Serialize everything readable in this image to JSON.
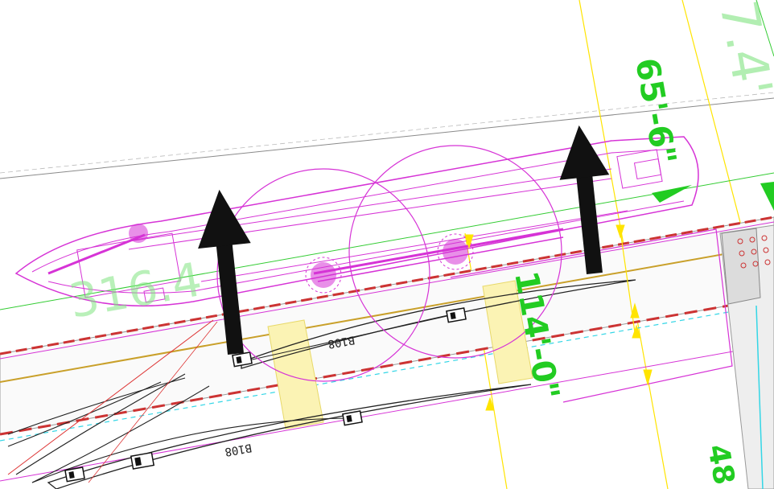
{
  "labels": {
    "dim_top": "65'-6\"",
    "dim_center": "114'-0\"",
    "grid_number_left": "316.4",
    "grid_number_top_right": "7.4'",
    "number_bottom_right": "48",
    "tag_upper": "B108",
    "tag_lower": "B108"
  },
  "colors": {
    "ship_outline": "#d633d6",
    "dimension_text": "#22cc22",
    "dimension_line": "#ffe400",
    "bay_fill": "#fbf3b4",
    "pier_red": "#cc3333",
    "arrow_black": "#111111",
    "cyan": "#33d6e6"
  },
  "icons": [
    "arrow-up-icon",
    "arrow-up-icon"
  ]
}
